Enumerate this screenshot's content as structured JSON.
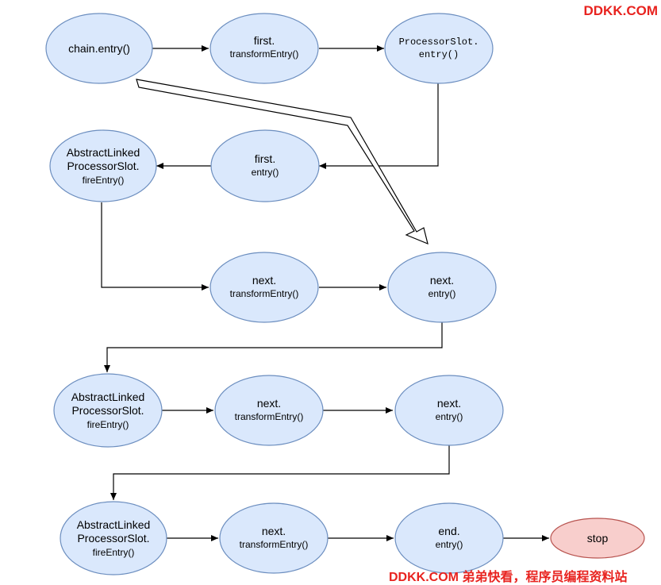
{
  "watermark_top": "DDKK.COM",
  "watermark_bottom": "DDKK.COM 弟弟快看，程序员编程资料站",
  "nodes": {
    "chain_entry": [
      "chain.entry()"
    ],
    "first_transform": [
      "first.",
      "transformEntry()"
    ],
    "processor_slot_entry": [
      "ProcessorSlot.",
      "entry()"
    ],
    "first_entry": [
      "first.",
      "entry()"
    ],
    "fire_entry_1": [
      "AbstractLinked",
      "ProcessorSlot.",
      "fireEntry()"
    ],
    "next_transform_1": [
      "next.",
      "transformEntry()"
    ],
    "next_entry_1": [
      "next.",
      "entry()"
    ],
    "fire_entry_2": [
      "AbstractLinked",
      "ProcessorSlot.",
      "fireEntry()"
    ],
    "next_transform_2": [
      "next.",
      "transformEntry()"
    ],
    "next_entry_2": [
      "next.",
      "entry()"
    ],
    "fire_entry_3": [
      "AbstractLinked",
      "ProcessorSlot.",
      "fireEntry()"
    ],
    "next_transform_3": [
      "next.",
      "transformEntry()"
    ],
    "end_entry": [
      "end.",
      "entry()"
    ],
    "stop": [
      "stop"
    ]
  }
}
